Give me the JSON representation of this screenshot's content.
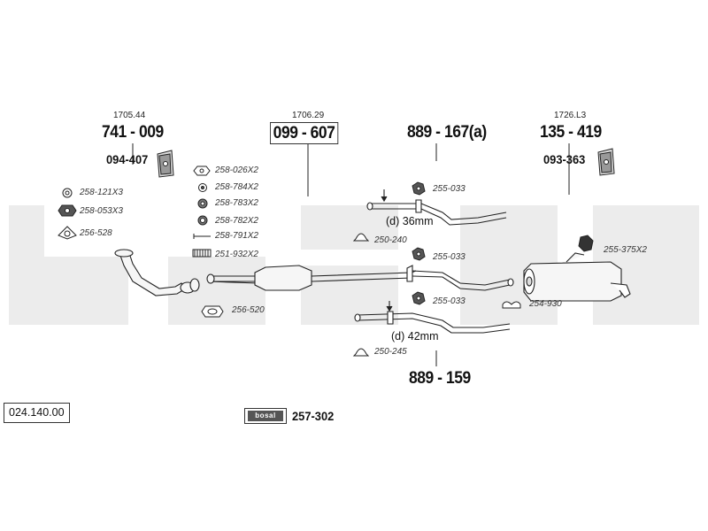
{
  "catalog_number": "024.140.00",
  "brand": {
    "name": "bosal",
    "code": "257-302"
  },
  "groups": {
    "front_pipe": {
      "ref": "1705.44",
      "code": "741 - 009",
      "bracket": "094-407"
    },
    "catalytic": {
      "ref": "1706.29",
      "code": "099 - 607"
    },
    "center_a": {
      "code": "889 - 167(a)"
    },
    "center_b": {
      "code": "889 - 159"
    },
    "rear": {
      "ref": "1726.L3",
      "code": "135 - 419",
      "bracket": "093-363"
    }
  },
  "parts": {
    "p258_121": "258-121X3",
    "p258_053": "258-053X3",
    "p256_528": "256-528",
    "p258_026": "258-026X2",
    "p258_784": "258-784X2",
    "p258_783": "258-783X2",
    "p258_782": "258-782X2",
    "p258_791": "258-791X2",
    "p251_932": "251-932X2",
    "p256_520": "256-520",
    "p255_033_a": "255-033",
    "p250_240": "250-240",
    "p255_033_b": "255-033",
    "p255_033_c": "255-033",
    "p250_245": "250-245",
    "p255_375": "255-375X2",
    "p254_930": "254-930"
  },
  "dimensions": {
    "d36": "(d) 36mm",
    "d42": "(d) 42mm"
  }
}
